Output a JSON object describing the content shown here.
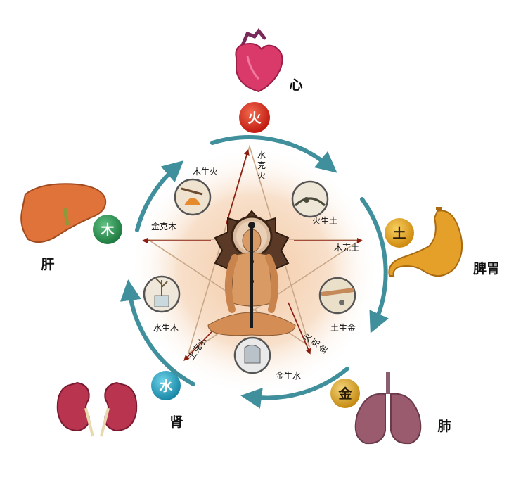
{
  "elements": {
    "fire": {
      "char": "火",
      "color": "#d62a1c",
      "organ": "心"
    },
    "earth": {
      "char": "土",
      "color": "#e0a21e",
      "organ": "脾胃"
    },
    "metal": {
      "char": "金",
      "color": "#d6a01a",
      "organ": "肺"
    },
    "water": {
      "char": "水",
      "color": "#2aa6c4",
      "organ": "肾"
    },
    "wood": {
      "char": "木",
      "color": "#2f9a55",
      "organ": "肝"
    }
  },
  "generating": {
    "wood_fire": "木生火",
    "fire_earth": "火生土",
    "earth_metal": "土生金",
    "metal_water": "金生水",
    "water_wood": "水生木"
  },
  "controlling": {
    "water_fire": [
      "水",
      "克",
      "火"
    ],
    "wood_earth": "木克土",
    "fire_metal": [
      "火",
      "克",
      "金"
    ],
    "earth_water": "土克水",
    "metal_wood": "金克木"
  },
  "colors": {
    "cycle_arrow": "#3f8f9c",
    "control_arrow": "#8a1d10",
    "halo": "#f3c9a5"
  },
  "icons": [
    "heart-icon",
    "stomach-icon",
    "lungs-icon",
    "kidneys-icon",
    "liver-icon",
    "meditating-figure-icon"
  ]
}
